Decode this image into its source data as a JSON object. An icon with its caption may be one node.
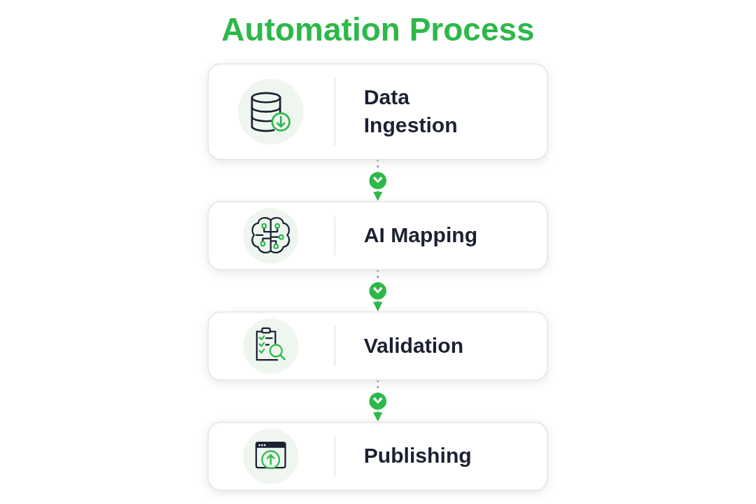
{
  "diagram": {
    "title": "Automation Process",
    "nodes": [
      {
        "text": [
          "Data Ingestion"
        ]
      },
      {
        "text": [
          "AI Mapping"
        ]
      },
      {
        "text": [
          "Validation"
        ]
      },
      {
        "text": [
          "Publishing"
        ]
      }
    ],
    "edges": [
      {
        "from": 0,
        "to": 1,
        "arrow": "to",
        "style": "dashed"
      },
      {
        "from": 1,
        "to": 2,
        "arrow": "to",
        "style": "dashed"
      },
      {
        "from": 2,
        "to": 3,
        "arrow": "to",
        "style": "dashed"
      }
    ]
  }
}
